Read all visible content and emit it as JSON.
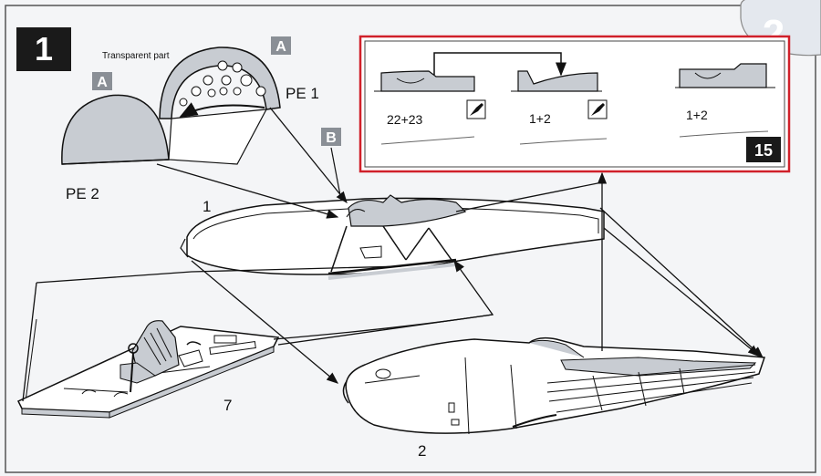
{
  "step_numbers": {
    "main": "1",
    "next": "2",
    "inset": "15"
  },
  "callouts": {
    "a1": "A",
    "a2": "A",
    "b": "B"
  },
  "labels": {
    "transparent_part": "Transparent part",
    "pe1": "PE 1",
    "pe2": "PE 2",
    "part_1": "1",
    "part_2": "2",
    "part_7": "7"
  },
  "detail_inset": {
    "glue_left": "22+23",
    "glue_mid": "1+2",
    "glue_right": "1+2",
    "border_color": "#d0202a"
  },
  "colors": {
    "badge": "#1a1a1a",
    "callout": "#8a8f96",
    "grey_part": "#c8ccd2",
    "line": "#111111"
  }
}
